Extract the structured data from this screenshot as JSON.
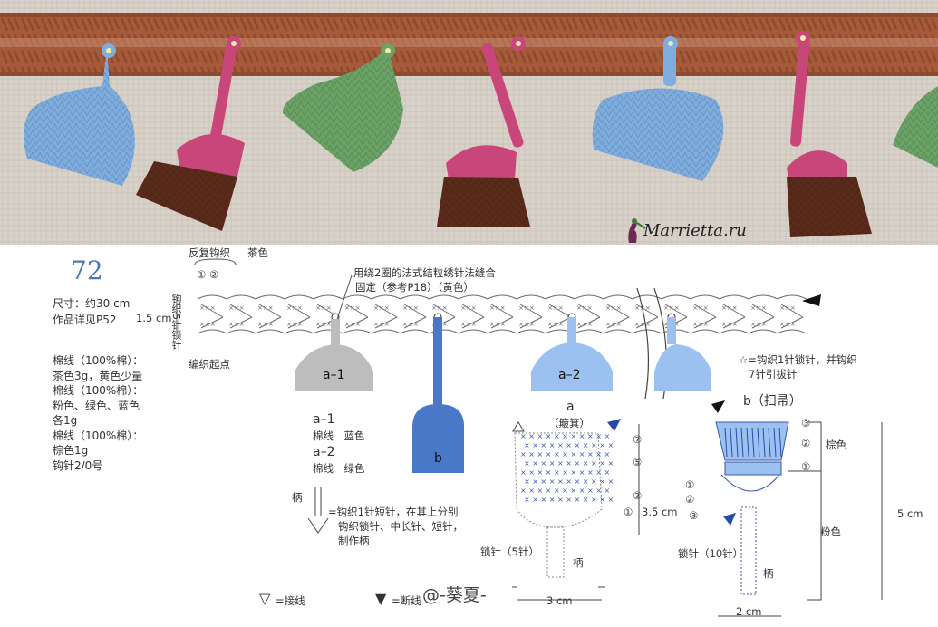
{
  "header": {
    "pattern_number": "72",
    "size_line": "尺寸：约30 cm",
    "detail_line": "作品详见P52"
  },
  "materials": [
    "棉线（100%棉）：",
    "茶色3g，黄色少量",
    "棉线（100%棉）：",
    "粉色、绿色、蓝色",
    "各1g",
    "棉线（100%棉）：",
    "棕色1g",
    "钩针2/0号"
  ],
  "watermark": {
    "text": "Marrietta.ru"
  },
  "top_notes": {
    "repeat": "反复钩织",
    "color": "茶色",
    "markers": "① ②",
    "height": "1.5 cm",
    "vertical_note": "钩织5针锁针",
    "start": "编织起点",
    "sew_note_line1": "用绕2圈的法式结粒绣针法缝合",
    "sew_note_line2": "固定（参考P18）（黄色）"
  },
  "shapes": {
    "a1": "a–1",
    "a2": "a–2",
    "b": "b"
  },
  "legend_colors": {
    "a1_name": "a–1",
    "a1_desc": "棉线　蓝色",
    "a2_name": "a–2",
    "a2_desc": "棉线　绿色"
  },
  "handle_note": {
    "label": "柄",
    "line1": "=钩织1针短针，在其上分别",
    "line2": "钩织锁针、中长针、短针，",
    "line3": "制作柄"
  },
  "star_note": {
    "line1": "☆=钩织1针锁针，并钩织",
    "line2": "7针引拔针"
  },
  "chart_a": {
    "title": "a",
    "subtitle": "（簸箕）",
    "rows": [
      "⑦",
      "⑤",
      "②",
      "①"
    ],
    "chain_label": "锁针（5针）",
    "handle_label": "柄",
    "height": "3.5 cm",
    "width": "3 cm"
  },
  "chart_b": {
    "title": "b（扫帚）",
    "rows_right": [
      "③",
      "②",
      "①"
    ],
    "rows_left": [
      "①",
      "②",
      "③"
    ],
    "brown_label": "棕色",
    "pink_label": "粉色",
    "chain_label": "锁针（10针）",
    "handle_label": "柄",
    "height": "5 cm",
    "width": "2 cm"
  },
  "footer": {
    "join_symbol": "▽",
    "join_text": "=接线",
    "cut_symbol": "▼",
    "cut_text": "=断线",
    "credit": "@-葵夏-"
  },
  "colors": {
    "brown_band": "#a65a3a",
    "blue": "#7eaee0",
    "green": "#6ba367",
    "pink": "#c9467a",
    "dark_brown": "#5a2a1a",
    "diagram_blue": "#4a78c8",
    "diagram_light_blue": "#9cc0ef",
    "diagram_gray": "#bdbdbd"
  }
}
